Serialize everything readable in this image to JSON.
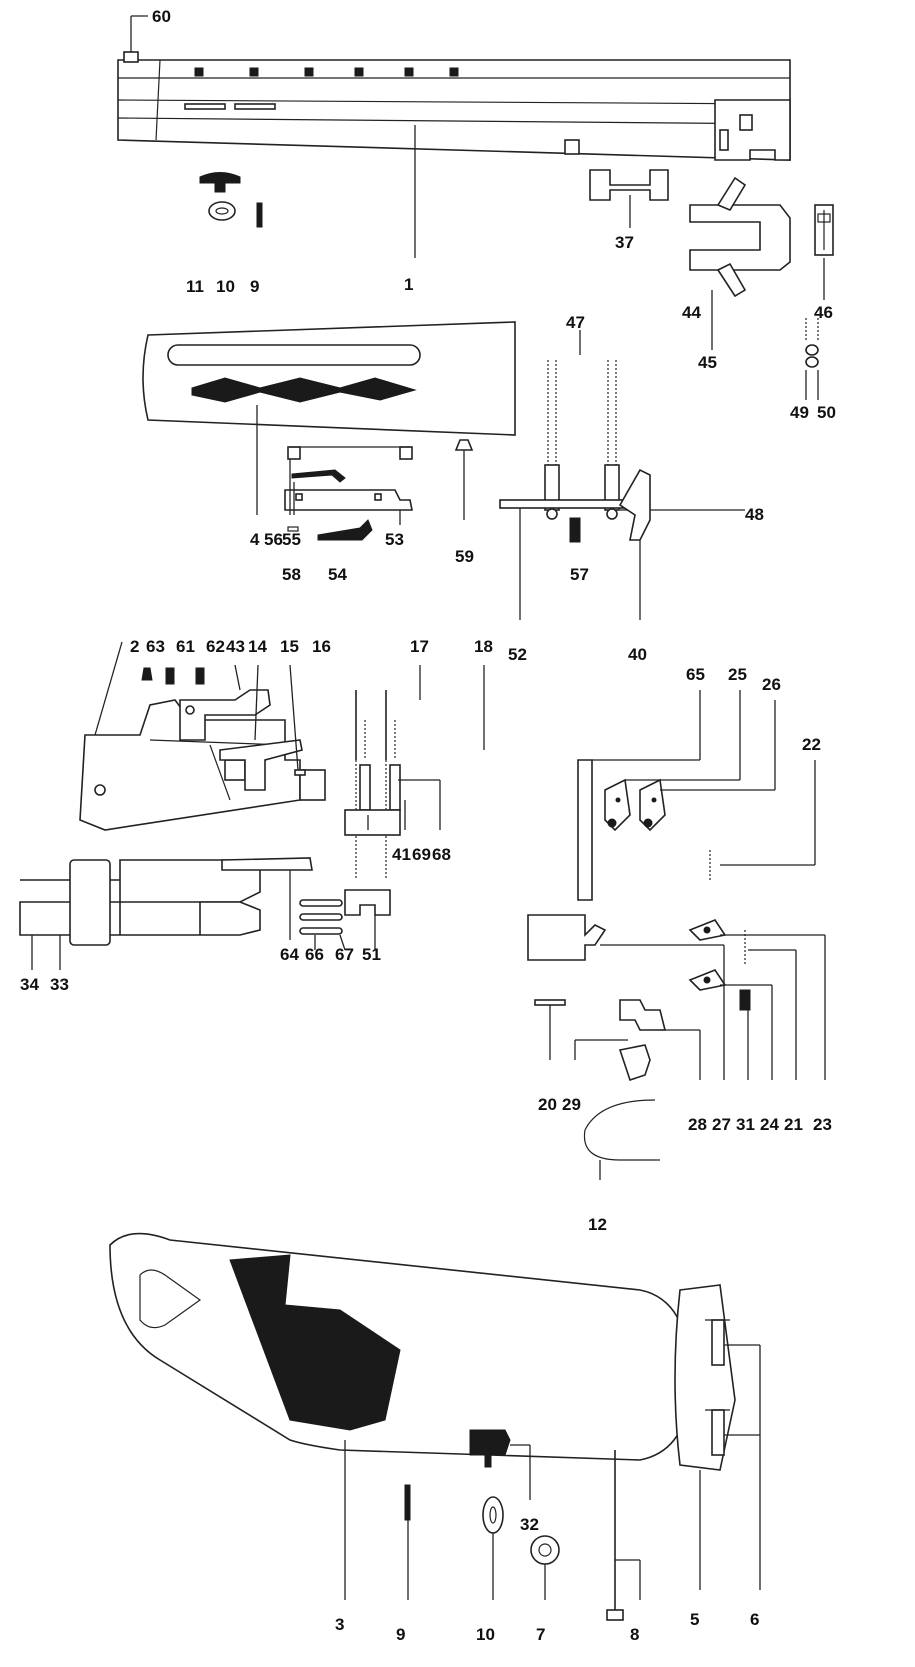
{
  "diagram": {
    "labels": {
      "p60": "60",
      "p1": "1",
      "p11": "11",
      "p10a": "10",
      "p9a": "9",
      "p37": "37",
      "p44": "44",
      "p45": "45",
      "p46": "46",
      "p47": "47",
      "p48": "48",
      "p49": "49",
      "p50": "50",
      "p4": "4",
      "p56": "56",
      "p55": "55",
      "p58": "58",
      "p54": "54",
      "p53": "53",
      "p59": "59",
      "p57": "57",
      "p52": "52",
      "p40": "40",
      "p2": "2",
      "p63": "63",
      "p61": "61",
      "p62": "62",
      "p43": "43",
      "p14": "14",
      "p15": "15",
      "p16": "16",
      "p17": "17",
      "p18": "18",
      "p65": "65",
      "p25": "25",
      "p26": "26",
      "p22": "22",
      "p34": "34",
      "p33": "33",
      "p64": "64",
      "p66": "66",
      "p67": "67",
      "p51": "51",
      "p41": "41",
      "p69": "69",
      "p68": "68",
      "p20": "20",
      "p29": "29",
      "p12": "12",
      "p28": "28",
      "p27": "27",
      "p31": "31",
      "p24": "24",
      "p21": "21",
      "p23": "23",
      "p3": "3",
      "p9b": "9",
      "p10b": "10",
      "p32": "32",
      "p7": "7",
      "p8": "8",
      "p5": "5",
      "p6": "6"
    }
  }
}
